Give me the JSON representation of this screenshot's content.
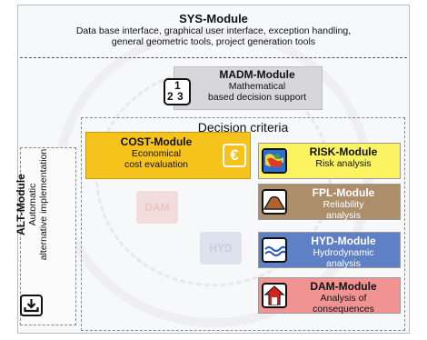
{
  "sys": {
    "title": "SYS-Module",
    "desc_line1": "Data base interface, graphical user interface, exception handling,",
    "desc_line2": "general geometric tools, project generation tools"
  },
  "madm": {
    "title": "MADM-Module",
    "desc_line1": "Mathematical",
    "desc_line2": "based decision support",
    "icon_digits": [
      "1",
      "2",
      "3"
    ]
  },
  "criteria": {
    "title": "Decision criteria"
  },
  "alt": {
    "title": "ALT-Module",
    "desc_line1": "Automatic",
    "desc_line2": "alternative implementation"
  },
  "cost": {
    "title": "COST-Module",
    "desc_line1": "Economical",
    "desc_line2": "cost evaluation",
    "icon_symbol": "€"
  },
  "ghosts": {
    "dam": "DAM",
    "hyd": "HYD"
  },
  "modules": [
    {
      "title": "RISK-Module",
      "desc_line1": "Risk analysis",
      "desc_line2": ""
    },
    {
      "title": "FPL-Module",
      "desc_line1": "Reliability",
      "desc_line2": "analysis"
    },
    {
      "title": "HYD-Module",
      "desc_line1": "Hydrodynamic",
      "desc_line2": "analysis"
    },
    {
      "title": "DAM-Module",
      "desc_line1": "Analysis of",
      "desc_line2": "consequences"
    }
  ],
  "colors": {
    "cost": "#f6c31c",
    "risk": "#fbf362",
    "fpl": "#ad8e6b",
    "hyd": "#5f80c4",
    "dam": "#f29393",
    "madm": "#d7d7d9"
  }
}
